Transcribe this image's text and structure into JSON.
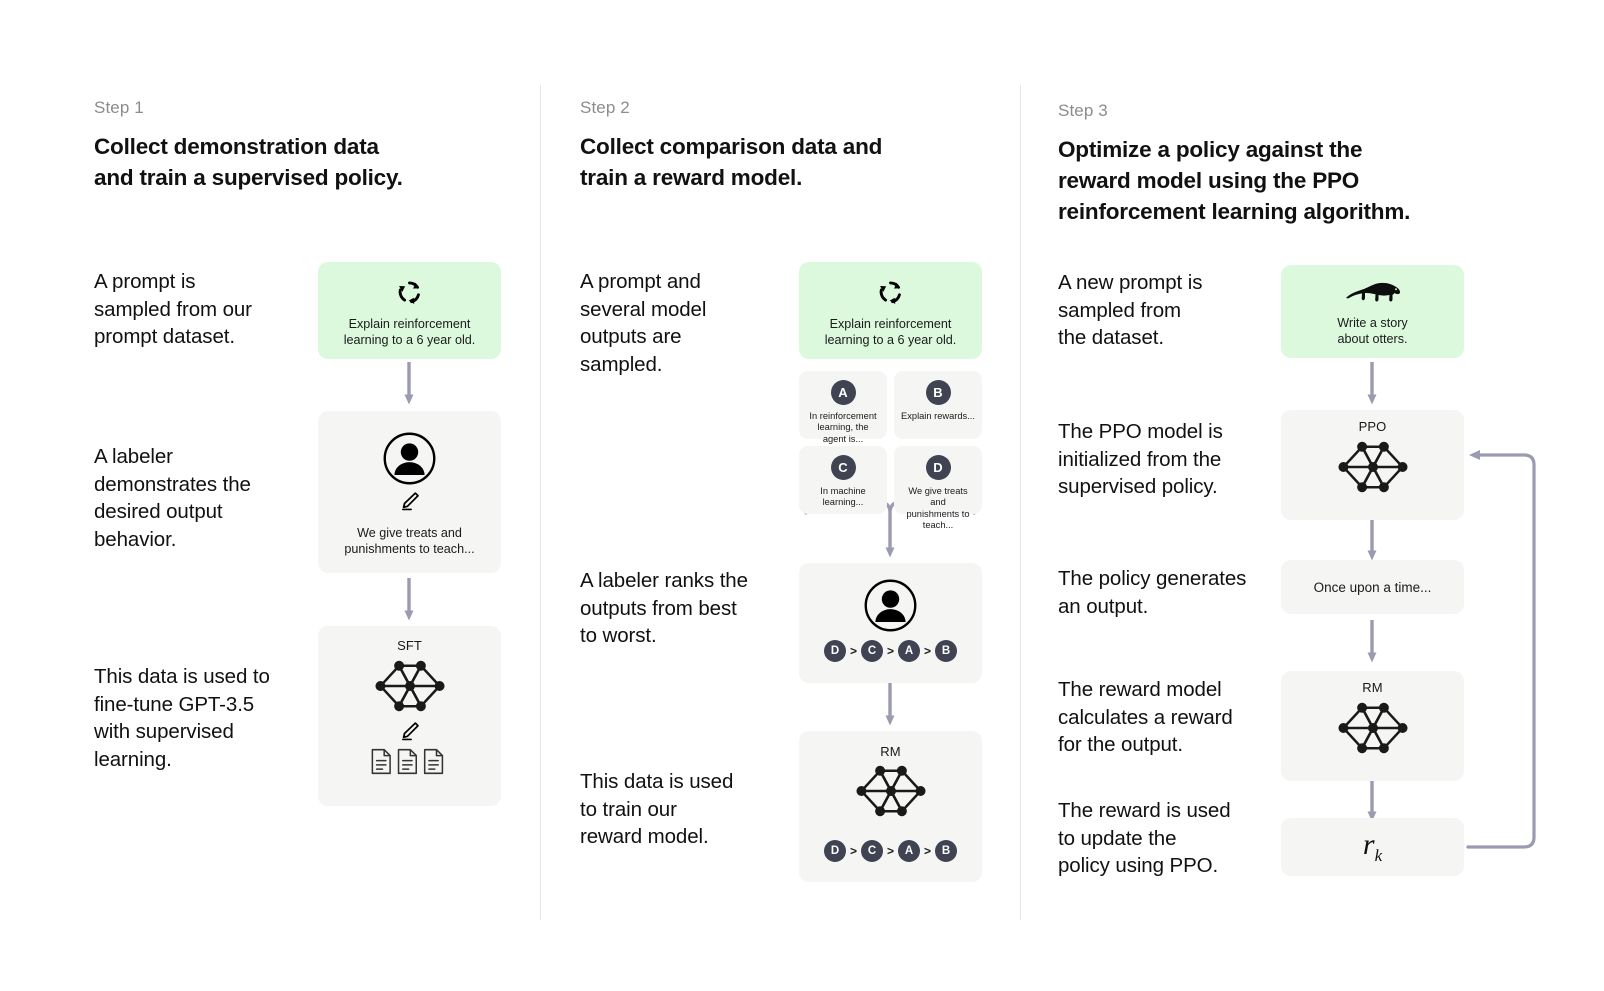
{
  "theme": {
    "background": "#ffffff",
    "prompt_box_color": "#dcf9de",
    "model_box_color": "#f5f5f3",
    "arrow_color": "#9a9ab0",
    "badge_color": "#3f4352",
    "divider_color": "#e6e6e6",
    "text_color": "#111111",
    "muted_text_color": "#8c8c8c"
  },
  "steps": [
    {
      "label": "Step 1",
      "title": "Collect demonstration data\nand train a supervised policy.",
      "descriptions": [
        "A prompt is\nsampled from our\nprompt dataset.",
        "A labeler\ndemonstrates the\ndesired output\nbehavior.",
        "This data is used to\nfine-tune GPT-3.5\nwith supervised\nlearning."
      ],
      "prompt_box": {
        "icon": "cycle-icon",
        "text": "Explain reinforcement\nlearning to a 6 year old."
      },
      "labeler_box": {
        "icon": "person-circle-icon",
        "pencil_icon": "pencil-icon",
        "text": "We give treats and\npunishments to teach..."
      },
      "model_box": {
        "title": "SFT",
        "icon": "neural-network-icon",
        "pencil_icon": "pencil-icon",
        "docs_icon": "documents-icon"
      }
    },
    {
      "label": "Step 2",
      "title": "Collect comparison data and\ntrain a reward model.",
      "descriptions": [
        "A prompt and\nseveral model\noutputs are\nsampled.",
        "A labeler ranks the\noutputs from best\nto worst.",
        "This data is used\nto train our\nreward model."
      ],
      "prompt_box": {
        "icon": "cycle-icon",
        "text": "Explain reinforcement\nlearning to a 6 year old."
      },
      "outputs": [
        {
          "badge": "A",
          "text": "In reinforcement\nlearning, the\nagent is..."
        },
        {
          "badge": "B",
          "text": "Explain rewards..."
        },
        {
          "badge": "C",
          "text": "In machine\nlearning..."
        },
        {
          "badge": "D",
          "text": "We give treats and\npunishments to\nteach..."
        }
      ],
      "ranking_box": {
        "icon": "person-circle-icon",
        "ranking": [
          "D",
          "C",
          "A",
          "B"
        ],
        "separator": ">"
      },
      "reward_box": {
        "title": "RM",
        "icon": "neural-network-icon",
        "ranking": [
          "D",
          "C",
          "A",
          "B"
        ],
        "separator": ">"
      }
    },
    {
      "label": "Step 3",
      "title": "Optimize a policy against the\nreward model using the PPO\nreinforcement learning algorithm.",
      "descriptions": [
        "A new prompt is\nsampled from\nthe dataset.",
        "The PPO model is\ninitialized from the\nsupervised policy.",
        "The policy generates\nan output.",
        "The reward model\ncalculates a reward\nfor the output.",
        "The reward is used\nto update the\npolicy using PPO."
      ],
      "prompt_box": {
        "icon": "otter-icon",
        "text": "Write a story\nabout otters."
      },
      "ppo_box": {
        "title": "PPO",
        "icon": "neural-network-icon"
      },
      "output_box": {
        "text": "Once upon a time..."
      },
      "reward_box": {
        "title": "RM",
        "icon": "neural-network-icon"
      },
      "reward_value_box": {
        "symbol": "r",
        "subscript": "k"
      }
    }
  ]
}
